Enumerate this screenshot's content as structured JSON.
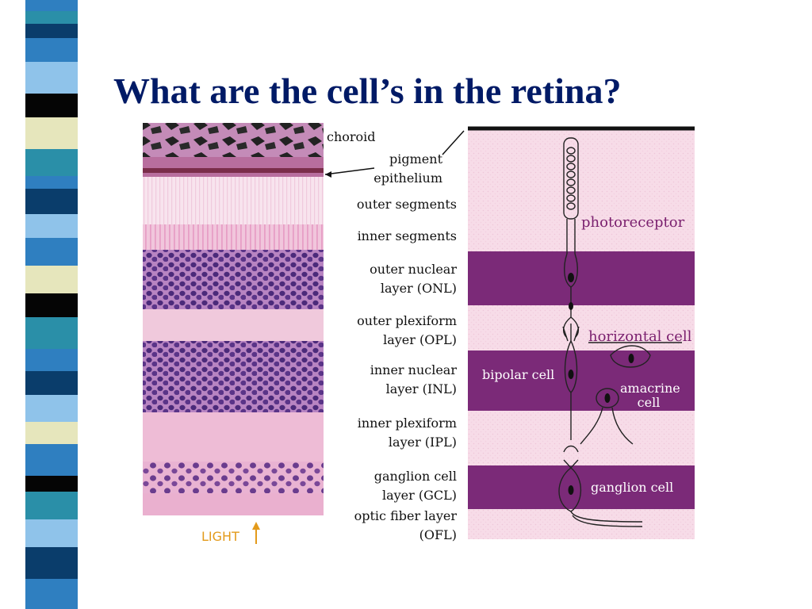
{
  "slide": {
    "title": "What are the cell’s in the retina?"
  },
  "colors": {
    "title": "#001a66",
    "stripe_dark": "#0a3d6b",
    "stripe_mid": "#2f7fc0",
    "stripe_light": "#8fc3ea",
    "stripe_cream": "#e6e6bc",
    "stripe_black": "#050505",
    "stripe_teal": "#2a8fa8",
    "diagram_band": "#7b2a78",
    "diagram_bg": "#f7dce8",
    "light_label": "#e39a1a"
  },
  "diagram": {
    "layer_labels": [
      {
        "id": "choroid",
        "lines": [
          "choroid"
        ]
      },
      {
        "id": "pigment-epithelium",
        "lines": [
          "pigment",
          "epithelium"
        ]
      },
      {
        "id": "outer-segments",
        "lines": [
          "outer segments"
        ]
      },
      {
        "id": "inner-segments",
        "lines": [
          "inner segments"
        ]
      },
      {
        "id": "outer-nuclear-layer",
        "lines": [
          "outer nuclear",
          "layer (ONL)"
        ]
      },
      {
        "id": "outer-plexiform-layer",
        "lines": [
          "outer plexiform",
          "layer (OPL)"
        ]
      },
      {
        "id": "inner-nuclear-layer",
        "lines": [
          "inner nuclear",
          "layer (INL)"
        ]
      },
      {
        "id": "inner-plexiform-layer",
        "lines": [
          "inner plexiform",
          "layer (IPL)"
        ]
      },
      {
        "id": "ganglion-cell-layer",
        "lines": [
          "ganglion cell",
          "layer (GCL)"
        ]
      },
      {
        "id": "optic-fiber-layer",
        "lines": [
          "optic fiber layer",
          "(OFL)"
        ]
      }
    ],
    "cell_labels": {
      "photoreceptor": "photoreceptor",
      "horizontal": "horizontal cell",
      "bipolar": "bipolar cell",
      "amacrine": [
        "amacrine",
        "cell"
      ],
      "ganglion": "ganglion cell"
    },
    "light_label": "LIGHT"
  }
}
